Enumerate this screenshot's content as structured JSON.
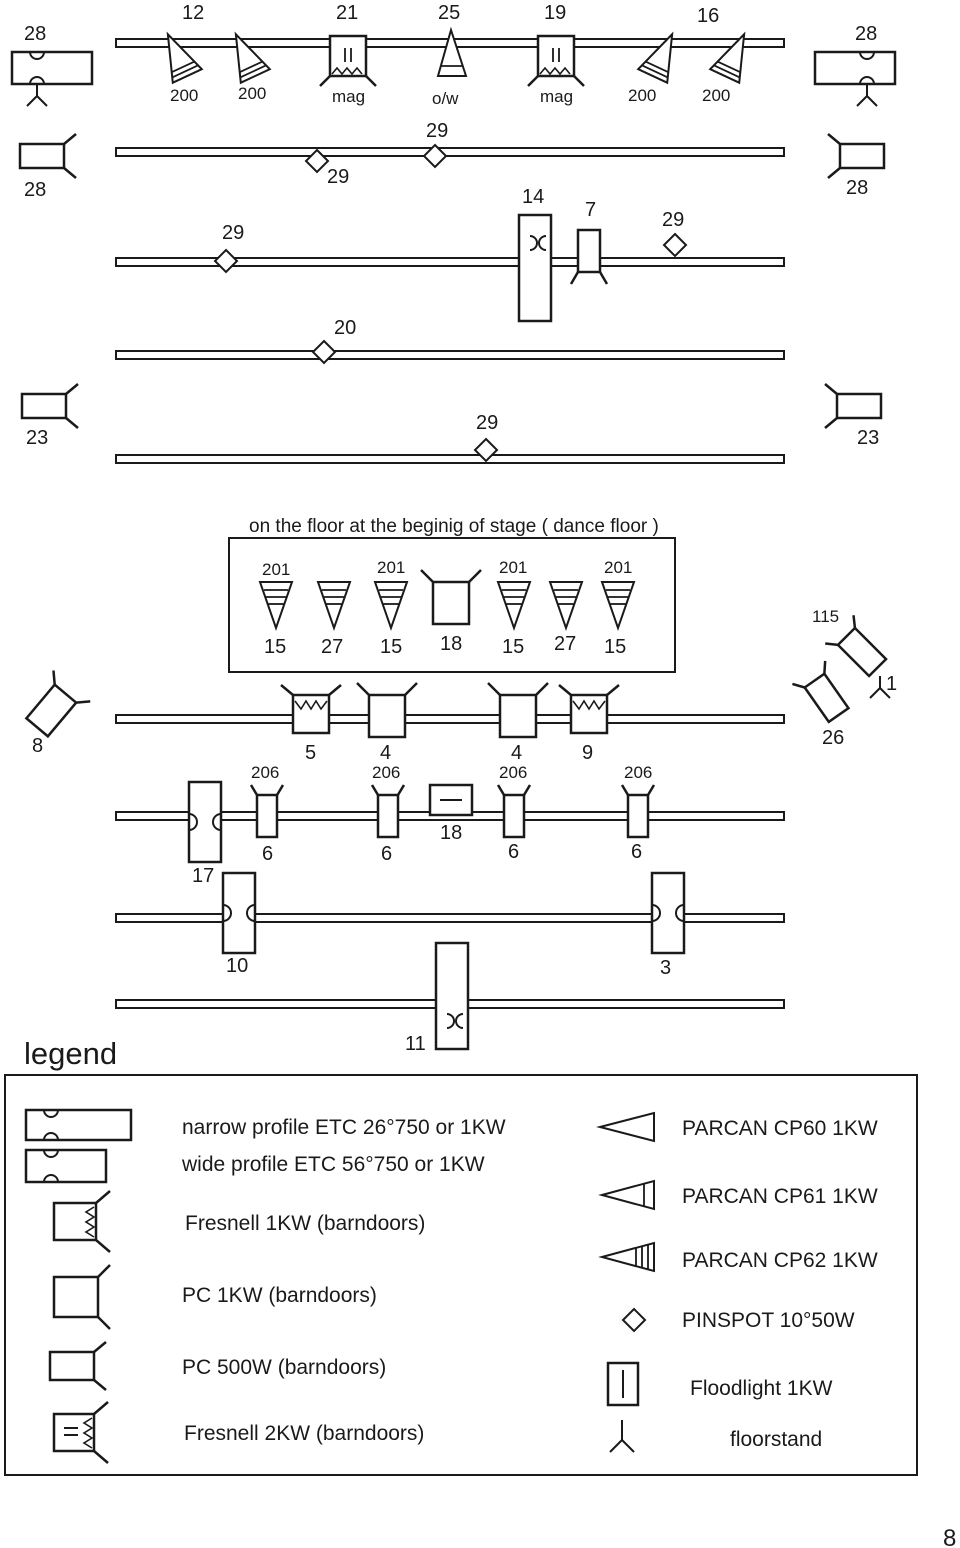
{
  "diagram": {
    "caption": "on the floor at the beginig of stage ( dance floor )",
    "labels": {
      "top_row": {
        "ch28_left": "28",
        "ch12": "12",
        "ch21": "21",
        "ch25": "25",
        "ch19": "19",
        "ch16": "16",
        "ch28_right": "28",
        "gel_a": "200",
        "gel_b": "200",
        "gel_mag_a": "mag",
        "gel_ow": "o/w",
        "gel_mag_b": "mag",
        "gel_c": "200",
        "gel_d": "200"
      },
      "row2": {
        "ch28_left": "28",
        "ch29_a": "29",
        "ch29_b": "29",
        "ch28_right": "28"
      },
      "row3": {
        "ch29_a": "29",
        "ch14": "14",
        "ch7": "7",
        "ch29_b": "29"
      },
      "row4": {
        "ch20": "20"
      },
      "row5": {
        "ch23_left": "23",
        "ch29": "29",
        "ch23_right": "23"
      },
      "floor": {
        "g1": "201",
        "g2": "201",
        "g3": "201",
        "g4": "201",
        "c1": "15",
        "c2": "27",
        "c3": "15",
        "c4": "18",
        "c5": "15",
        "c6": "27",
        "c7": "15"
      },
      "side": {
        "ch115": "115",
        "ch1": "1",
        "ch8": "8",
        "ch26": "26"
      },
      "row6": {
        "ch5": "5",
        "ch4a": "4",
        "ch4b": "4",
        "ch9": "9"
      },
      "row7": {
        "g1": "206",
        "g2": "206",
        "g3": "206",
        "g4": "206",
        "ch6a": "6",
        "ch6b": "6",
        "ch18": "18",
        "ch6c": "6",
        "ch6d": "6",
        "ch17": "17"
      },
      "row8": {
        "ch10": "10",
        "ch3": "3"
      },
      "row9": {
        "ch11": "11"
      }
    }
  },
  "legend": {
    "title": "legend",
    "narrow_profile": "narrow profile ETC 26°750 or 1KW",
    "wide_profile": "wide  profile ETC 56°750 or 1KW",
    "fresnel_1kw": "Fresnell 1KW (barndoors)",
    "pc_1kw": "PC  1KW (barndoors)",
    "pc_500w": "PC  500W (barndoors)",
    "fresnel_2kw": "Fresnell 2KW (barndoors)",
    "parcan_cp60": "PARCAN CP60 1KW",
    "parcan_cp61": "PARCAN CP61 1KW",
    "parcan_cp62": "PARCAN CP62 1KW",
    "pinspot": "PINSPOT 10°50W",
    "floodlight": "Floodlight  1KW",
    "floorstand": "floorstand"
  },
  "page_number": "8"
}
